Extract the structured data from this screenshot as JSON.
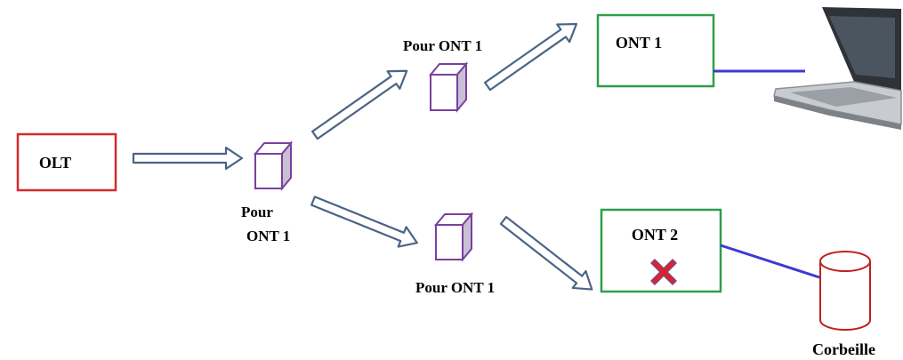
{
  "nodes": {
    "olt": {
      "label": "OLT",
      "color": "#d42a2a"
    },
    "ont1": {
      "label": "ONT 1",
      "color": "#2e9e4a"
    },
    "ont2": {
      "label": "ONT 2",
      "color": "#2e9e4a"
    },
    "trash": {
      "label": "Corbeille",
      "color": "#c02020"
    }
  },
  "packets": {
    "center": {
      "label_line1": "Pour",
      "label_line2": "ONT 1"
    },
    "upper": {
      "label": "Pour ONT 1"
    },
    "lower": {
      "label": "Pour ONT 1"
    }
  },
  "colors": {
    "arrow_outline": "#4a6485",
    "cube_outline": "#7a3fa0",
    "cube_side": "#c9c0d4",
    "link_line": "#3b3bd0",
    "reject_mark": "#e0202a"
  },
  "icons": {
    "laptop": "laptop-icon",
    "reject": "x-mark-icon",
    "trash": "trash-cylinder-icon"
  }
}
